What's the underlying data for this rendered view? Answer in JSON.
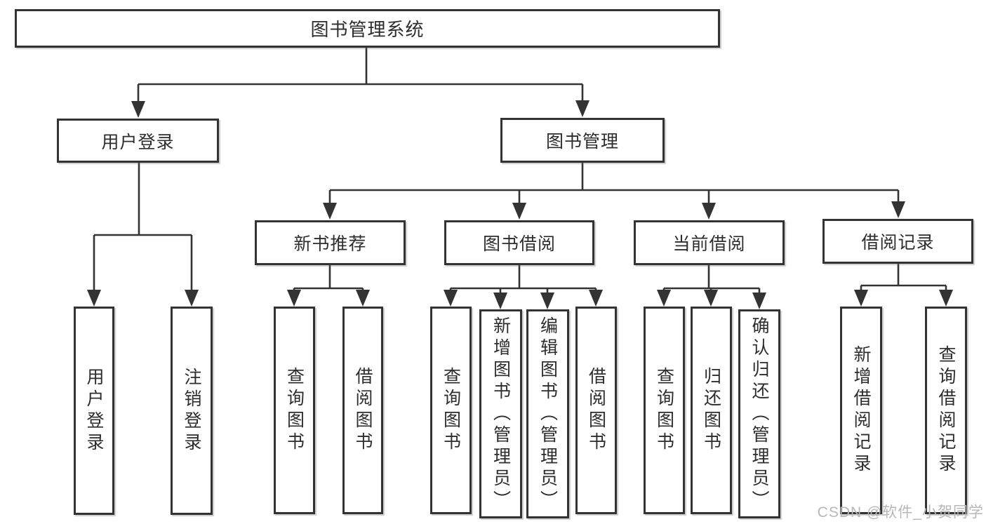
{
  "diagram": {
    "root": {
      "label": "图书管理系统"
    },
    "level2": [
      {
        "label": "用户登录"
      },
      {
        "label": "图书管理"
      }
    ],
    "level3": [
      {
        "label": "新书推荐"
      },
      {
        "label": "图书借阅"
      },
      {
        "label": "当前借阅"
      },
      {
        "label": "借阅记录"
      }
    ],
    "leaves": {
      "user_login": [
        {
          "label": "用户登录"
        },
        {
          "label": "注销登录"
        }
      ],
      "new_book": [
        {
          "label": "查询图书"
        },
        {
          "label": "借阅图书"
        }
      ],
      "book_borrow": [
        {
          "label": "查询图书"
        },
        {
          "label": "新增图书（管理员）"
        },
        {
          "label": "编辑图书（管理员）"
        },
        {
          "label": "借阅图书"
        }
      ],
      "current_borrow": [
        {
          "label": "查询图书"
        },
        {
          "label": "归还图书"
        },
        {
          "label": "确认归还（管理员）"
        }
      ],
      "borrow_record": [
        {
          "label": "新增借阅记录"
        },
        {
          "label": "查询借阅记录"
        }
      ]
    }
  },
  "watermark": {
    "text": "CSDN @软件_小贺同学"
  },
  "colors": {
    "line": "#333333",
    "text": "#2d2d2d",
    "box_background": "#ffffff",
    "watermark": "#b7b7b7"
  }
}
